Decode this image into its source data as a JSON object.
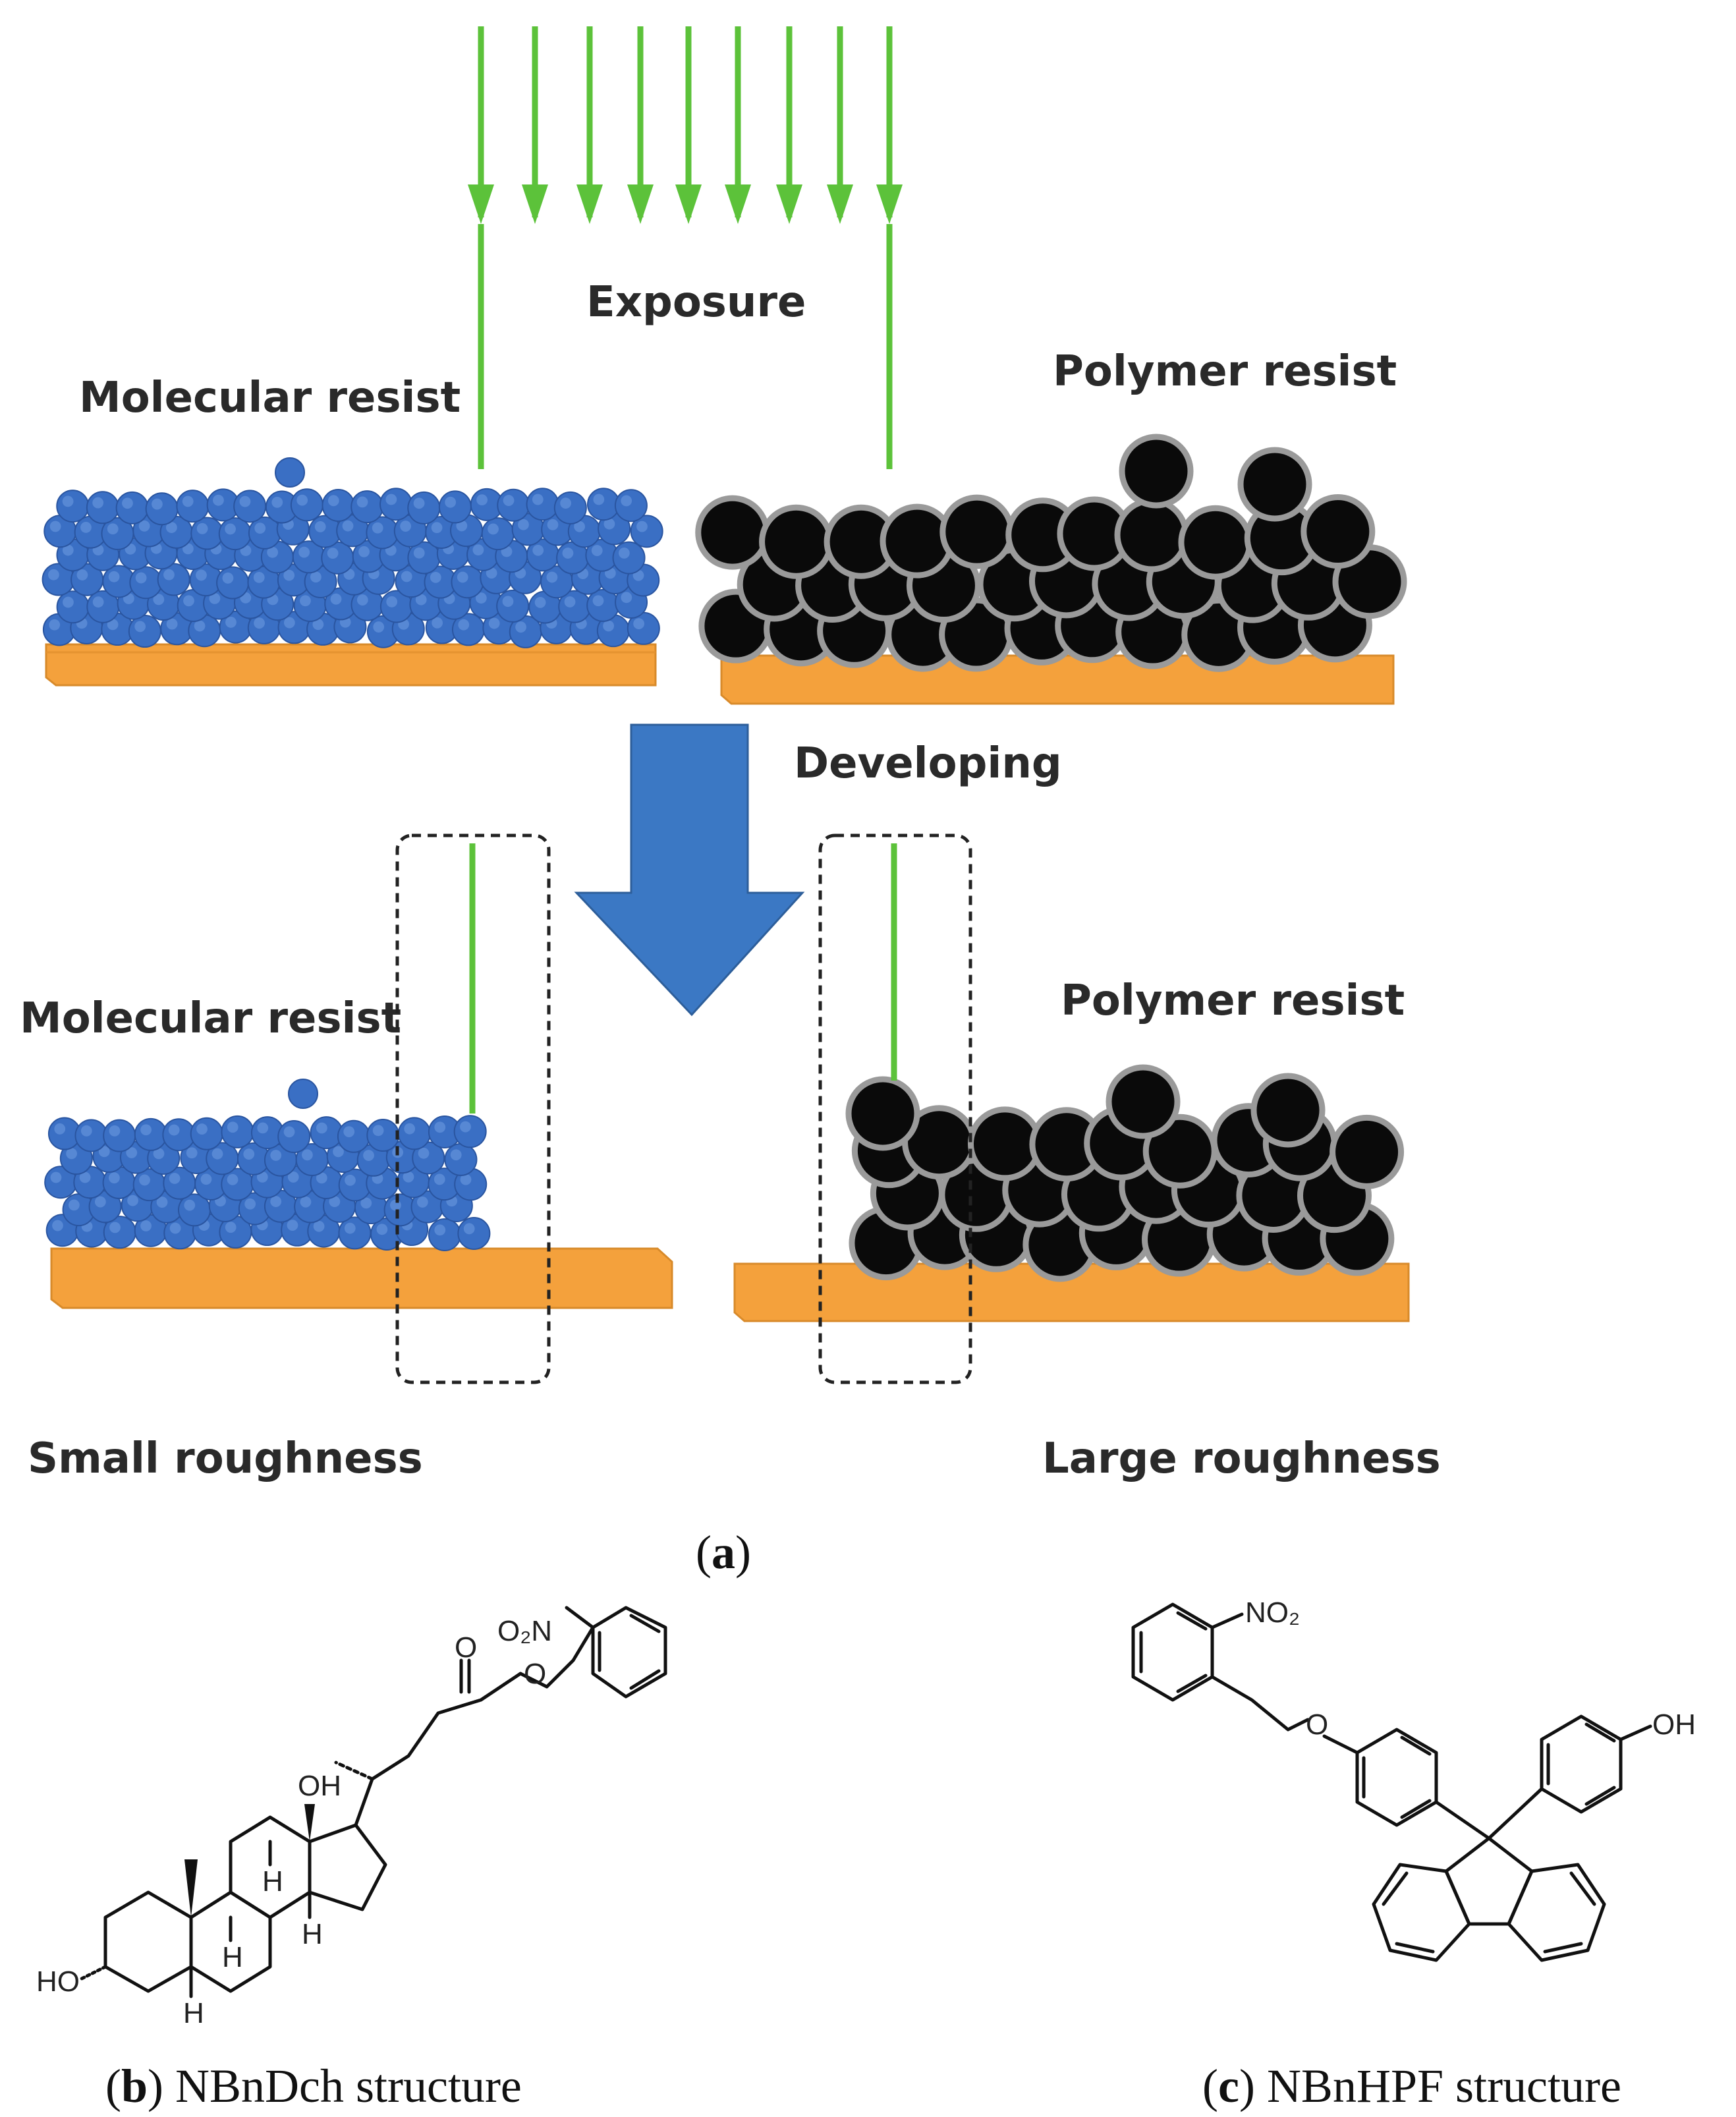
{
  "panel_a": {
    "exposure": "Exposure",
    "developing": "Developing",
    "molecular_top": "Molecular resist",
    "polymer_top": "Polymer resist",
    "molecular_bottom": "Molecular resist",
    "polymer_bottom": "Polymer resist",
    "small_roughness": "Small roughness",
    "large_roughness": "Large roughness",
    "caption_letter": "a"
  },
  "panel_b": {
    "caption_letter": "b",
    "caption_text": " NBnDch structure",
    "atoms": {
      "o2n": "O₂N",
      "o_carbonyl": "O",
      "o_ester": "O",
      "oh_top": "OH",
      "h1": "H",
      "h2": "H",
      "h3": "H",
      "h4": "H",
      "ho": "HO"
    }
  },
  "panel_c": {
    "caption_letter": "c",
    "caption_text": " NBnHPF structure",
    "atoms": {
      "no2": "NO₂",
      "o_ether": "O",
      "oh": "OH"
    }
  },
  "colors": {
    "arrow_green": "#5cc23a",
    "molecule_blue": "#3a6fc4",
    "polymer_black": "#0a0a0a",
    "polymer_outline": "#9a9a9a",
    "substrate_orange": "#f4a13c",
    "develop_arrow": "#3b78c4"
  }
}
